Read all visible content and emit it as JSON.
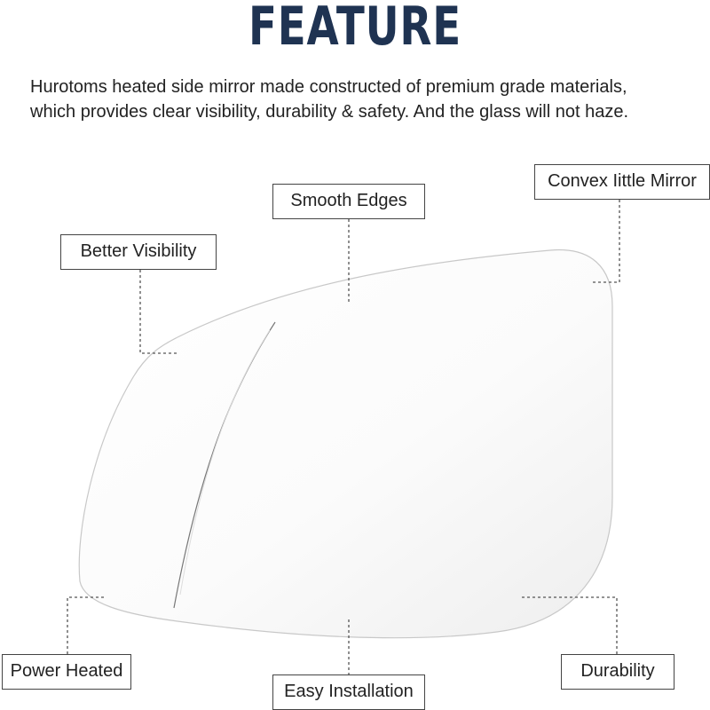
{
  "header": {
    "title": "FEATURE",
    "description_line1": "Hurotoms heated side mirror made constructed of premium grade materials,",
    "description_line2": "which provides clear visibility, durability & safety. And the glass will not haze."
  },
  "labels": {
    "smooth_edges": "Smooth Edges",
    "convex_mirror": "Convex Iittle Mirror",
    "better_visibility": "Better Visibility",
    "power_heated": "Power Heated",
    "easy_installation": "Easy Installation",
    "durability": "Durability"
  },
  "colors": {
    "title": "#1f3352",
    "text": "#222222",
    "label_border": "#444444",
    "mirror_edge": "#c8c8c8"
  }
}
